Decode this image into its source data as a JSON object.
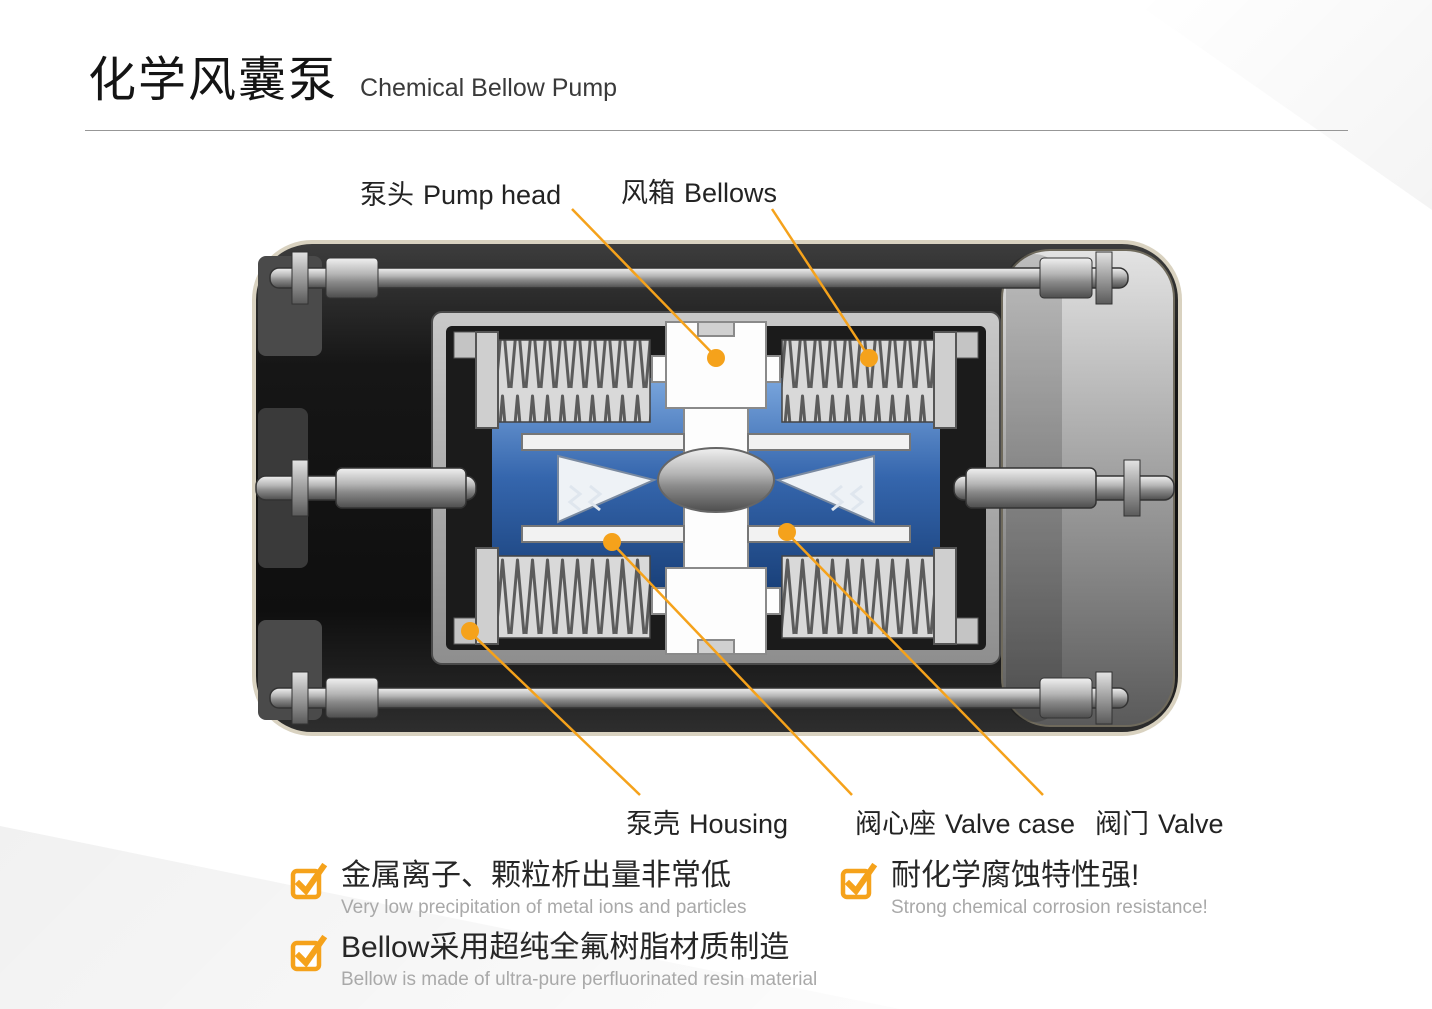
{
  "header": {
    "title_zh": "化学风囊泵",
    "title_en": "Chemical Bellow Pump"
  },
  "callouts": {
    "pump_head": {
      "zh": "泵头",
      "en": "Pump head"
    },
    "bellows": {
      "zh": "风箱",
      "en": "Bellows"
    },
    "housing": {
      "zh": "泵壳",
      "en": "Housing"
    },
    "valve_case": {
      "zh": "阀心座",
      "en": "Valve case"
    },
    "valve": {
      "zh": "阀门",
      "en": "Valve"
    }
  },
  "features": {
    "low_precipitation": {
      "zh": "金属离子、颗粒析出量非常低",
      "en": "Very low precipitation of metal ions and particles"
    },
    "corrosion_resistance": {
      "zh": "耐化学腐蚀特性强!",
      "en": "Strong chemical corrosion resistance!"
    },
    "bellow_material": {
      "zh": "Bellow采用超纯全氟树脂材质制造",
      "en": "Bellow is made of ultra-pure perfluorinated resin material"
    }
  },
  "colors": {
    "accent": "#F5A21B"
  },
  "icons": {
    "feature_bullet": "checkbox-check-icon",
    "callout_marker": "dot-marker-icon"
  }
}
